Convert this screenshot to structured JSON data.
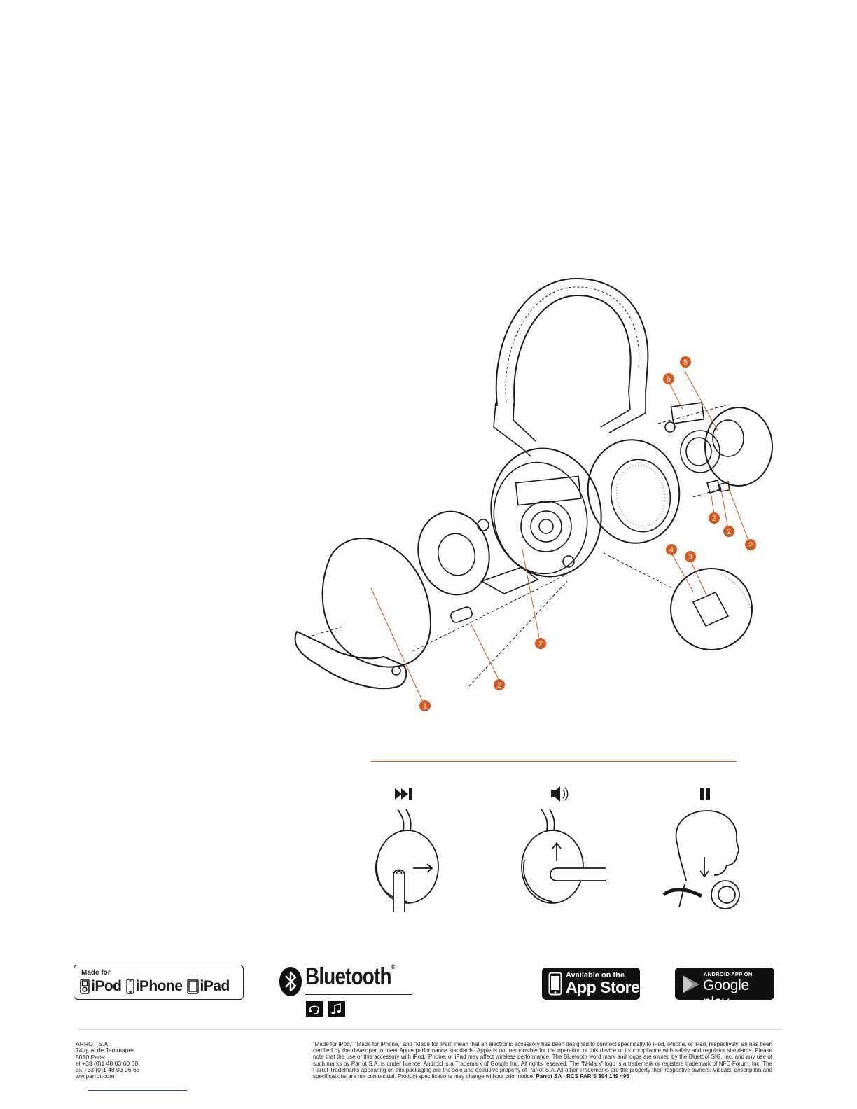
{
  "callouts": {
    "c1": "1",
    "c2a": "2",
    "c2b": "2",
    "c2c": "2",
    "c2d": "2",
    "c2e": "2",
    "c3": "3",
    "c4": "4",
    "c5": "5",
    "c6": "6"
  },
  "colors": {
    "accent": "#d9581c",
    "ink": "#1a1a1a",
    "badge": "#111111"
  },
  "gestures": [
    {
      "icon": "next-track-icon"
    },
    {
      "icon": "volume-icon"
    },
    {
      "icon": "pause-icon"
    }
  ],
  "badges": {
    "mfi": {
      "title": "Made for",
      "ipod": "iPod",
      "iphone": "iPhone",
      "ipad": "iPad"
    },
    "bluetooth": {
      "word": "Bluetooth",
      "reg": "®"
    },
    "appstore": {
      "line1": "Available on the",
      "line2": "App Store"
    },
    "googleplay": {
      "line1": "ANDROID APP ON",
      "line2": "Google play"
    }
  },
  "address": {
    "line1": "ARROT S.A.",
    "line2": "74 quai de Jemmapes",
    "line3": "5010 Paris",
    "line4": "el +33 (0)1 48 03 60 60",
    "line5": "ax +33 (0)1 48 03 06 66",
    "line6": "ww.parrot.com"
  },
  "legal": {
    "text": "“Made for iPod,” “Made for iPhone,” and “Made for iPad” mean that an electronic accessory has been designed to connect specifically to iPod, iPhone, or iPad, respectively, an has been certified by the developer to meet Apple performance standards. Apple is not responsible for the operation of this device or its compliance with safety and regulator standards. Please note that the use of this accessory with iPod, iPhone, or iPad may affect wireless performance. The Bluetooth word mark and logos are owned by the Bluetoot SIG, Inc. and any use of such marks by Parrot S.A. is under licence. Android is a Trademark of Google Inc. All rights reserved. The “N-Mark” logo is a trademark or registere trademark of NFC Forum, Inc. The Parrot Trademarks appearing on this packaging are the sole and exclusive property of Parrot S.A. All other Trademarks are the property their respective owners. Visuals, description and specifications are not contractual. Product specifications may change without prior notice.",
    "bold": "Parrot SA - RCS PARIS 394 149 496"
  }
}
